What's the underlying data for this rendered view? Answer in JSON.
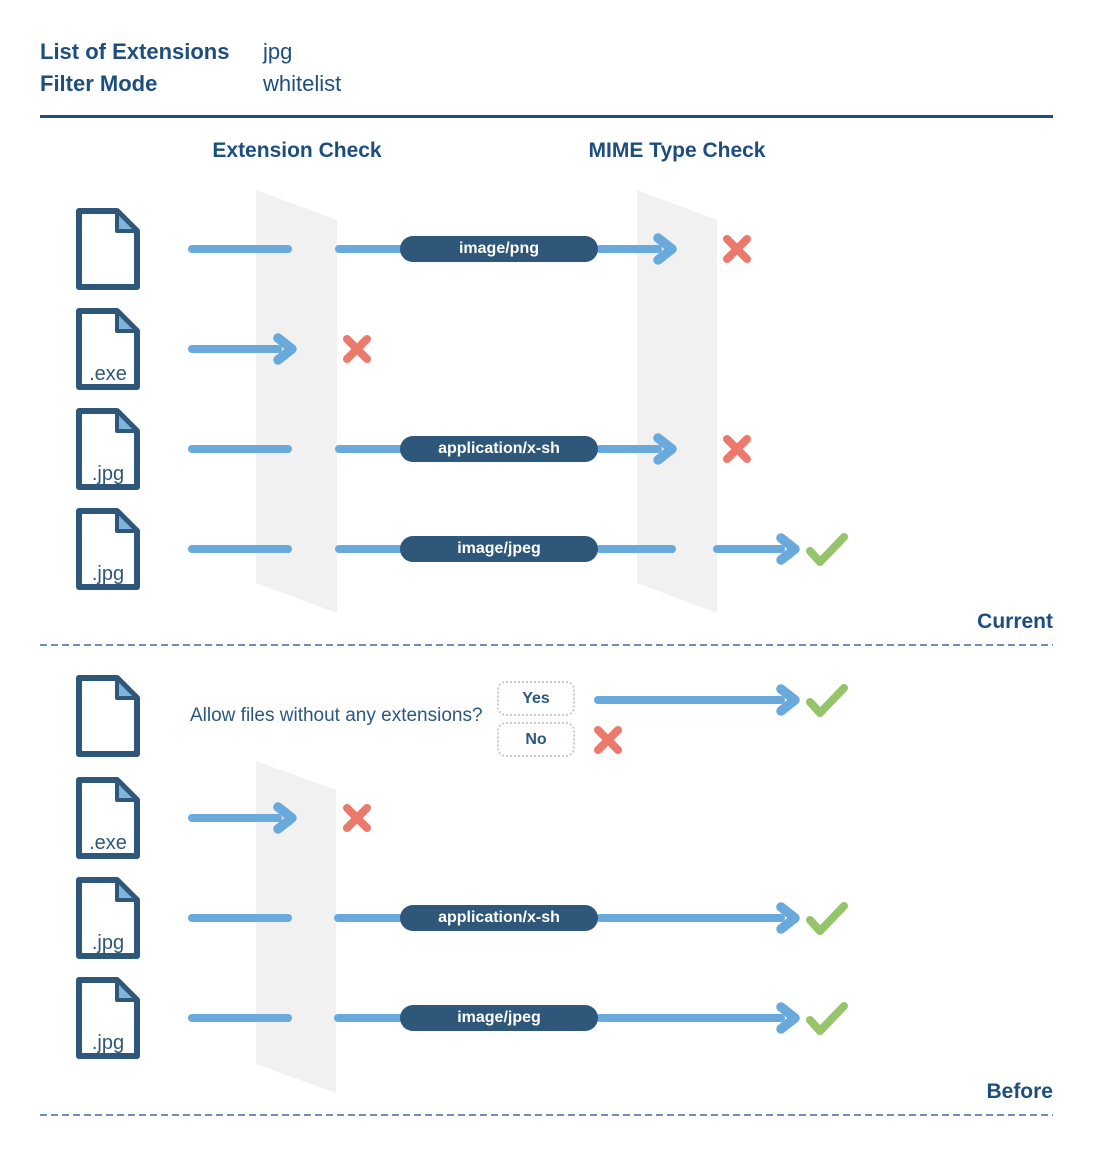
{
  "header": {
    "rows": [
      {
        "label": "List of Extensions",
        "value": "jpg"
      },
      {
        "label": "Filter Mode",
        "value": "whitelist"
      }
    ]
  },
  "columns": {
    "extension": "Extension Check",
    "mime": "MIME Type Check"
  },
  "current": {
    "label": "Current",
    "rows": [
      {
        "file_label": "",
        "mime_label": "image/png",
        "result": "rejected",
        "rejected_at": "mime-check"
      },
      {
        "file_label": ".exe",
        "mime_label": "",
        "result": "rejected",
        "rejected_at": "extension-check"
      },
      {
        "file_label": ".jpg",
        "mime_label": "application/x-sh",
        "result": "rejected",
        "rejected_at": "mime-check"
      },
      {
        "file_label": ".jpg",
        "mime_label": "image/jpeg",
        "result": "accepted"
      }
    ]
  },
  "before": {
    "label": "Before",
    "question": "Allow files without any extensions?",
    "yes_label": "Yes",
    "no_label": "No",
    "yes_result": "accepted",
    "no_result": "rejected",
    "rows": [
      {
        "file_label": "",
        "mime_label": "",
        "result": "depends-on-setting"
      },
      {
        "file_label": ".exe",
        "mime_label": "",
        "result": "rejected",
        "rejected_at": "extension-check"
      },
      {
        "file_label": ".jpg",
        "mime_label": "application/x-sh",
        "result": "accepted"
      },
      {
        "file_label": ".jpg",
        "mime_label": "image/jpeg",
        "result": "accepted"
      }
    ]
  },
  "colors": {
    "text_dark_blue": "#1d4e7e",
    "pill_navy": "#2e5779",
    "flow_blue": "#69a9dc",
    "fold_light_blue": "#7db5dd",
    "reject_red": "#eb7a6c",
    "accept_green": "#95c46a",
    "wall_gray": "#f1f1f1",
    "divider_dash_blue": "#41699e",
    "dotted_border_gray": "#c3cdd5"
  }
}
